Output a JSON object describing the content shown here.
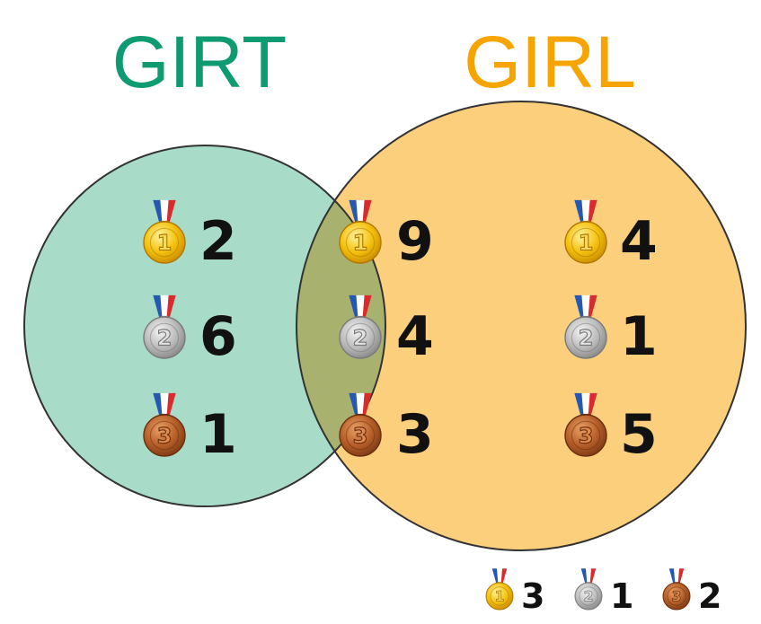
{
  "colors": {
    "girt": "#0f9b72",
    "girl": "#f5a400",
    "girt_fill": "#a8dcc8",
    "girl_fill": "#fbcf7c",
    "overlap_fill": "#a8b26e",
    "outline": "#333333"
  },
  "sets": {
    "girt": {
      "title": "GIRT"
    },
    "girl": {
      "title": "GIRL"
    }
  },
  "medal_icons": [
    "gold-medal-icon",
    "silver-medal-icon",
    "bronze-medal-icon"
  ],
  "medal_numbers": [
    "1",
    "2",
    "3"
  ],
  "regions": {
    "girt_only": {
      "gold": "2",
      "silver": "6",
      "bronze": "1"
    },
    "both": {
      "gold": "9",
      "silver": "4",
      "bronze": "3"
    },
    "girl_only": {
      "gold": "4",
      "silver": "1",
      "bronze": "5"
    }
  },
  "outside": {
    "gold": "3",
    "silver": "1",
    "bronze": "2"
  }
}
